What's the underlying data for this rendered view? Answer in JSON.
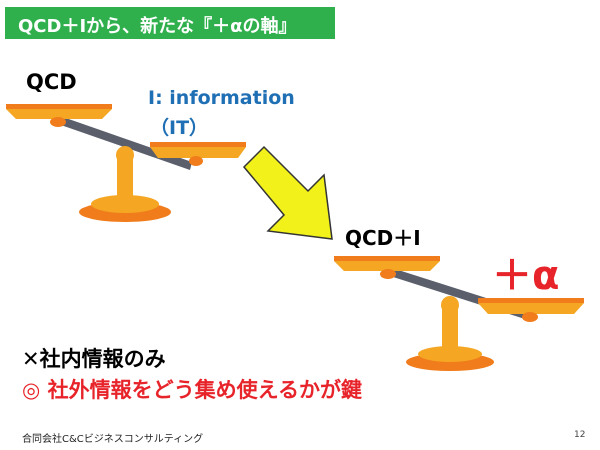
{
  "slide": {
    "title": "QCD＋Iから、新たな『＋αの軸』",
    "page_number": "12",
    "footer": "合同会社C&Cビジネスコンサルティング"
  },
  "left_scale": {
    "left_label": "QCD",
    "right_label_line1": "I: information",
    "right_label_line2": "（IT）"
  },
  "right_scale": {
    "left_label": "QCD＋I",
    "right_label": "＋α"
  },
  "bullets": {
    "line1": "✕社内情報のみ",
    "line2": "◎ 社外情報をどう集め使えるかが鍵"
  },
  "colors": {
    "title_green": "#2fb04d",
    "pan_orange": "#f5a623",
    "base_orange": "#f07c1c",
    "beam_gray": "#5b5f6b",
    "arrow_yellow": "#f2f21a",
    "accent_red": "#e8242b",
    "info_blue": "#1f6fb5"
  }
}
